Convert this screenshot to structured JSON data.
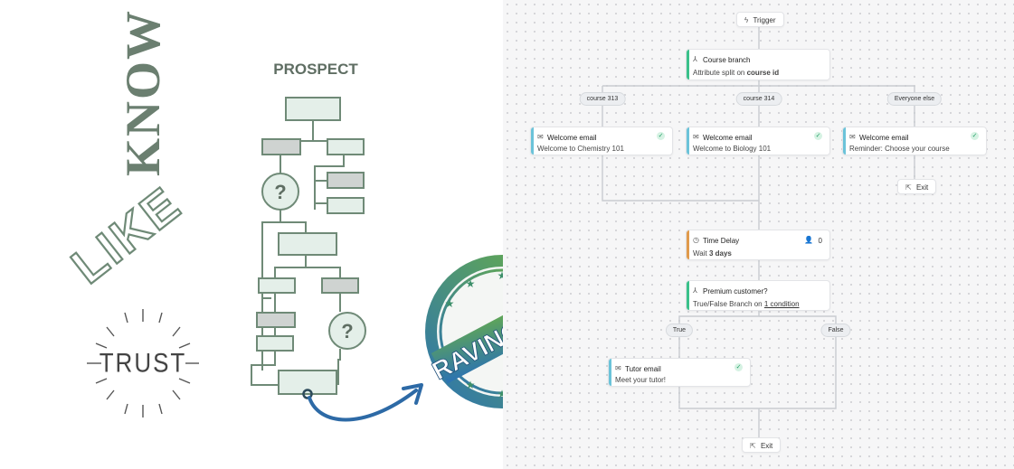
{
  "left_art": {
    "words": {
      "know": "KNOW",
      "like": "LIKE",
      "trust": "TRUST",
      "prospect": "PROSPECT"
    },
    "question_mark": "?",
    "badge_text": "RAVING FAN",
    "colors": {
      "sage": "#6f8a77",
      "box_fill": "#e4efe9",
      "box_grey": "#cfd3d1",
      "arrow": "#2d6aa6",
      "badge_green": "#6db33f",
      "badge_blue": "#2b72b3"
    }
  },
  "workflow": {
    "trigger": {
      "label": "Trigger",
      "icon": "bolt-icon"
    },
    "course_branch": {
      "title": "Course branch",
      "subtitle_prefix": "Attribute split on ",
      "subtitle_bold": "course id",
      "accent": "#3ac18a"
    },
    "branch_pills": [
      "course 313",
      "course 314",
      "Everyone else"
    ],
    "welcome_emails": [
      {
        "title": "Welcome email",
        "subtitle": "Welcome to Chemistry 101"
      },
      {
        "title": "Welcome email",
        "subtitle": "Welcome to Biology 101"
      },
      {
        "title": "Welcome email",
        "subtitle": "Reminder: Choose your course"
      }
    ],
    "exit_label": "Exit",
    "time_delay": {
      "title": "Time Delay",
      "count": "0",
      "subtitle_prefix": "Wait ",
      "subtitle_bold": "3 days",
      "accent": "#e09a4b"
    },
    "premium_branch": {
      "title": "Premium customer?",
      "subtitle_prefix": "True/False Branch on ",
      "subtitle_link": "1 condition",
      "accent": "#3ac18a"
    },
    "true_label": "True",
    "false_label": "False",
    "tutor_email": {
      "title": "Tutor email",
      "subtitle": "Meet your tutor!"
    },
    "email_accent": "#6bc3d9",
    "line_color": "#c9ccd1"
  }
}
